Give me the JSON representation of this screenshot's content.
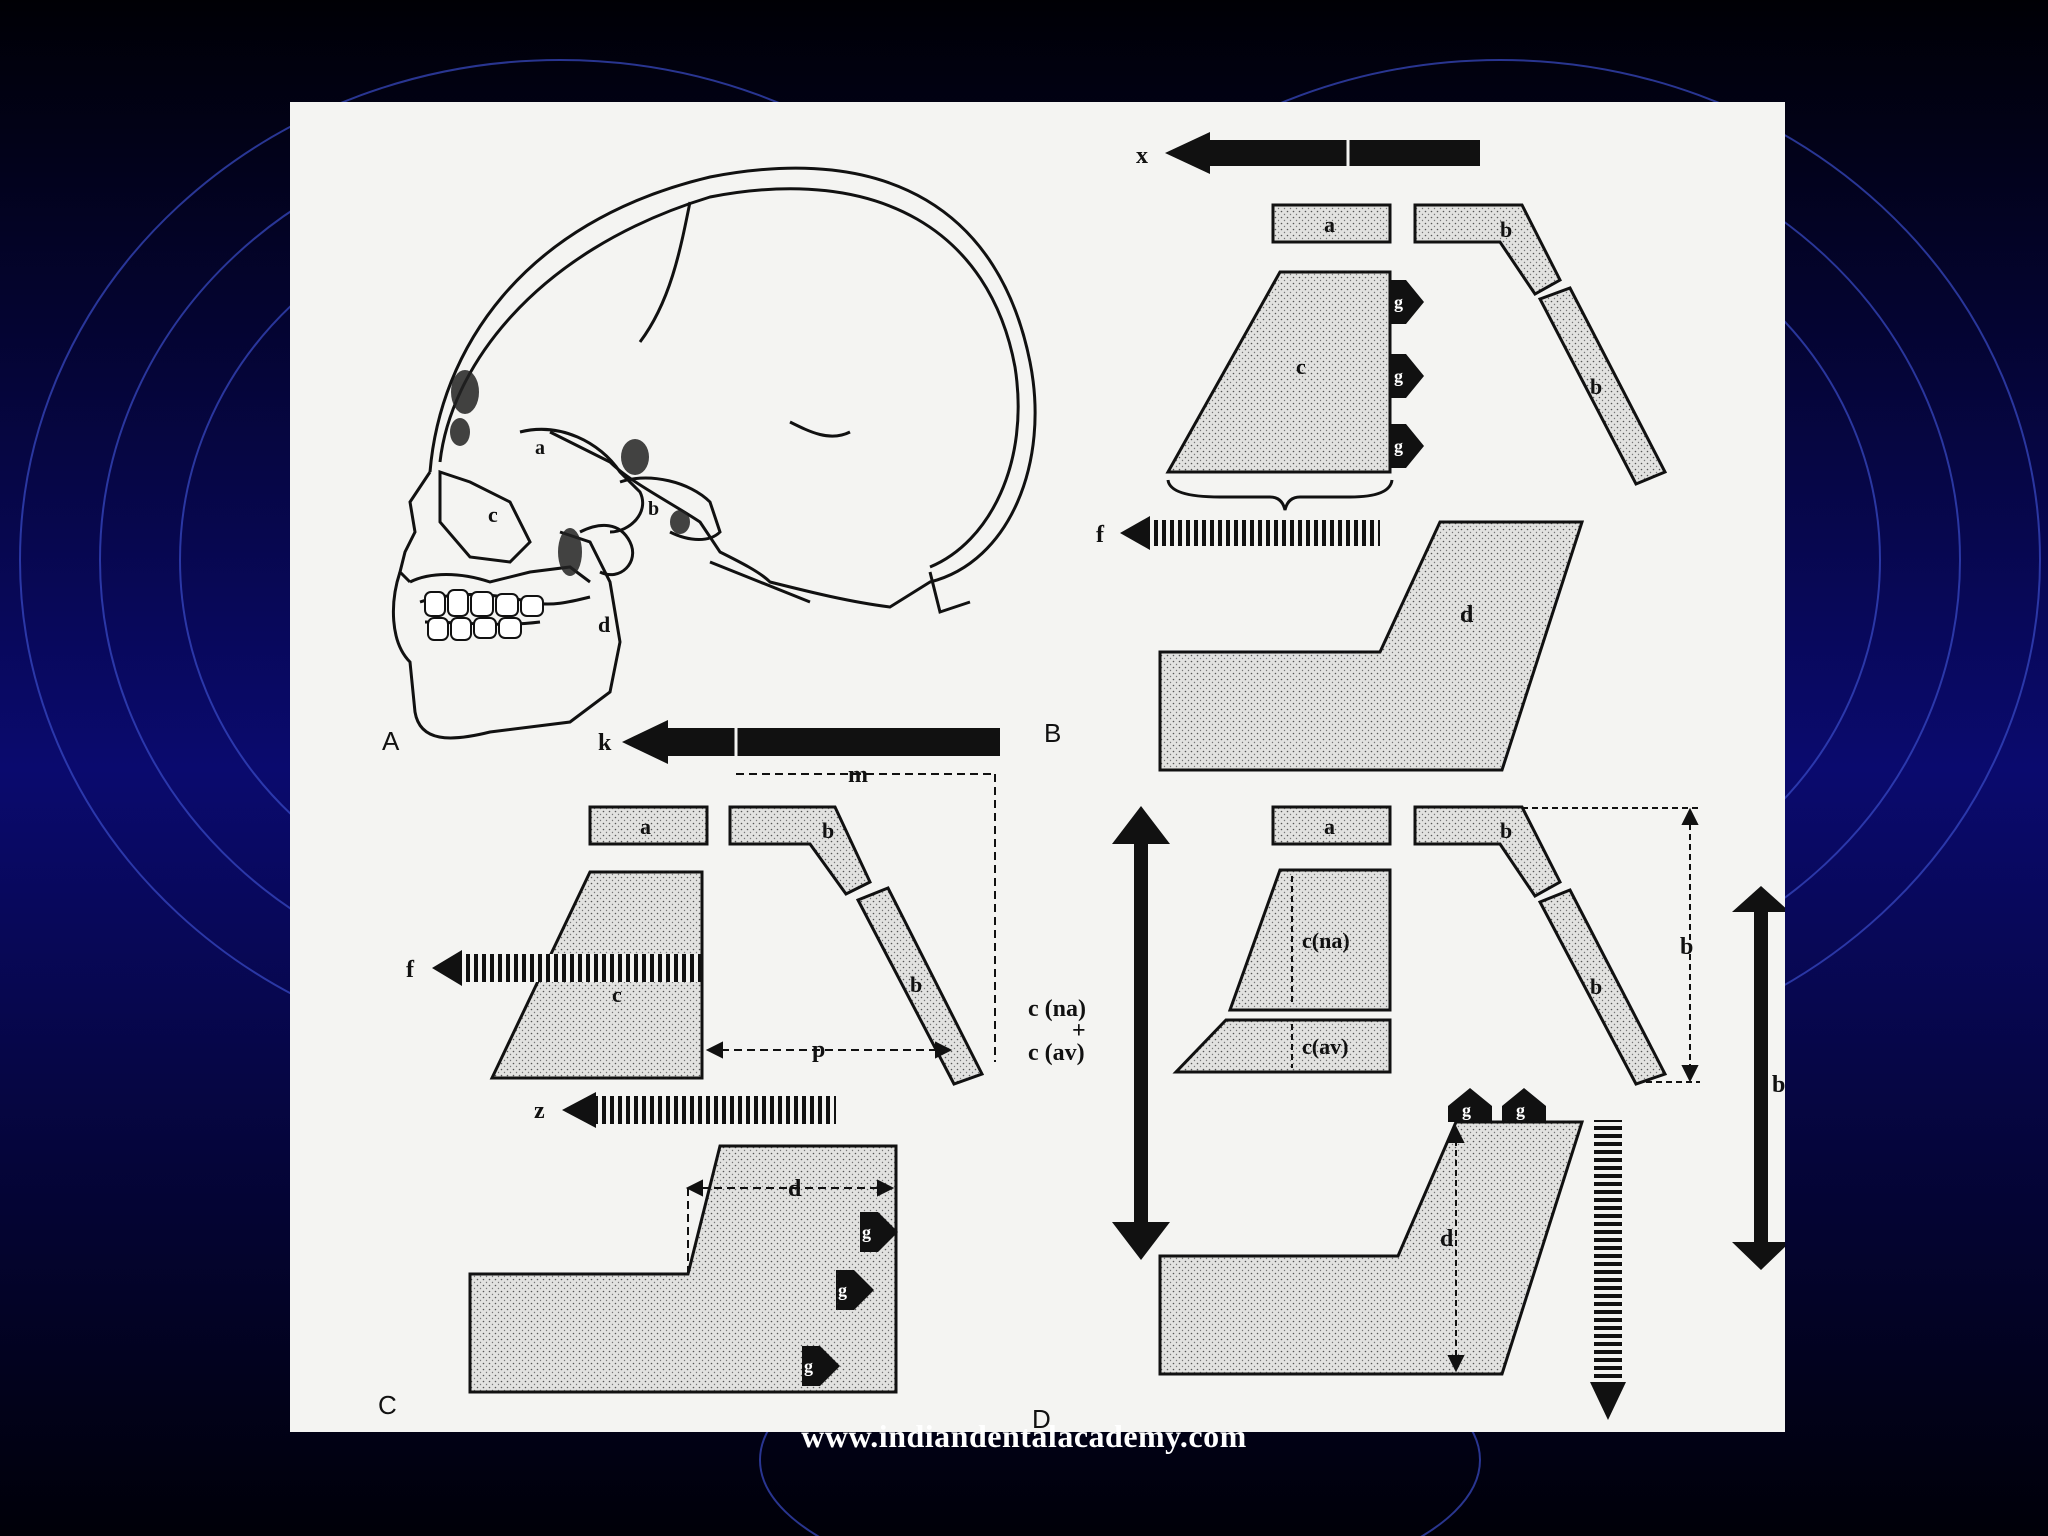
{
  "footer": {
    "url": "www.indiandentalacademy.com"
  },
  "colors": {
    "background_top": "#000005",
    "background_mid": "#0a0a6e",
    "panel": "#f4f4f2",
    "ink": "#111111",
    "stipple": "#d8d8d6"
  },
  "figure": {
    "panel_a": {
      "label": "A",
      "labels": [
        "a",
        "b",
        "c",
        "d"
      ]
    },
    "panel_b": {
      "label": "B",
      "arrow_x": "x",
      "arrow_f": "f",
      "blocks": [
        "a",
        "b",
        "b",
        "c",
        "d"
      ],
      "growth": [
        "g",
        "g",
        "g"
      ]
    },
    "panel_c": {
      "label": "C",
      "arrow_k": "k",
      "dim_m": "m",
      "arrow_f": "f",
      "dim_p": "p",
      "arrow_z": "z",
      "dim_d": "d",
      "blocks": [
        "a",
        "b",
        "b",
        "c"
      ],
      "growth": [
        "g",
        "g",
        "g"
      ]
    },
    "panel_d": {
      "label": "D",
      "blocks": [
        "a",
        "b",
        "b"
      ],
      "c_na": "c(na)",
      "c_av": "c(av)",
      "left_top": "c (na)",
      "left_plus": "+",
      "left_bottom": "c (av)",
      "dim_b": "b",
      "right_b": "b",
      "dim_d": "d",
      "growth": [
        "g",
        "g"
      ]
    }
  }
}
